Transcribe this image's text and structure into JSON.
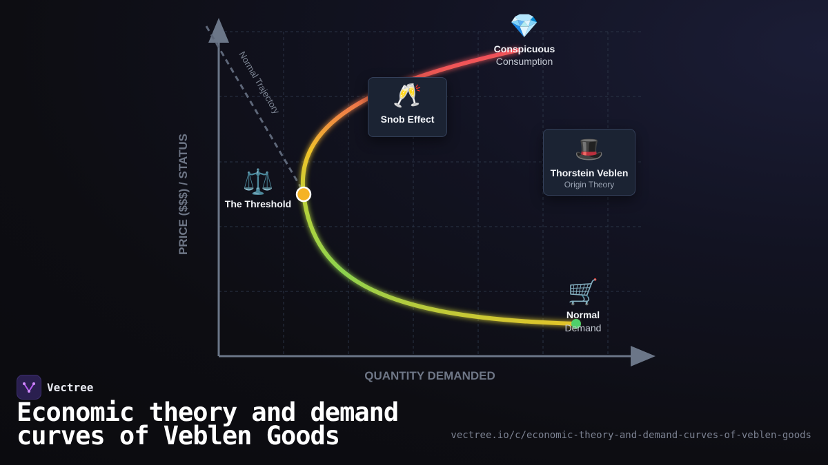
{
  "diagram": {
    "x_axis_label": "QUANTITY DEMANDED",
    "y_axis_label": "PRICE ($$$) / STATUS",
    "trajectory_label": "Normal Trajectory",
    "threshold": {
      "icon": "⚖️",
      "icon_name": "balance-scale-icon",
      "label": "The Threshold"
    },
    "conspicuous": {
      "icon": "💎",
      "icon_name": "diamond-icon",
      "line1": "Conspicuous",
      "line2": "Consumption"
    },
    "normal_demand": {
      "icon": "🛒",
      "icon_name": "shopping-cart-icon",
      "line1": "Normal",
      "line2": "Demand"
    },
    "snob_card": {
      "icon": "🥂",
      "icon_name": "champagne-glasses-icon",
      "title": "Snob Effect"
    },
    "veblen_card": {
      "icon": "🎩",
      "icon_name": "top-hat-icon",
      "title": "Thorstein Veblen",
      "subtitle": "Origin Theory"
    },
    "colors": {
      "curve_low": "#e3c42a",
      "curve_mid": "#8cd24f",
      "curve_upper": "#f0c32a",
      "curve_top": "#f0505a",
      "threshold_point": "#f5b325",
      "normal_point": "#4fd06a",
      "grid": "#2a3446",
      "axis": "#6b7688"
    }
  },
  "footer": {
    "brand": "Vectree",
    "title_line1": "Economic theory and demand",
    "title_line2": "curves of Veblen Goods",
    "url": "vectree.io/c/economic-theory-and-demand-curves-of-veblen-goods"
  }
}
